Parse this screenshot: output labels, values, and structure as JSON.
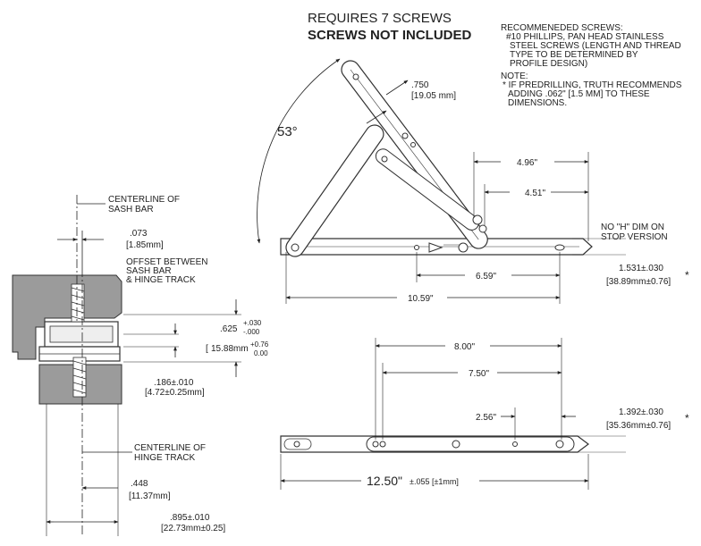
{
  "header": {
    "line1": "REQUIRES 7 SCREWS",
    "line2": "SCREWS NOT INCLUDED"
  },
  "notes": {
    "recommended": [
      "RECOMMENEDED SCREWS:",
      "#10 PHILLIPS, PAN HEAD STAINLESS",
      "STEEL SCREWS (LENGTH AND THREAD",
      "TYPE TO BE DETERMINED BY",
      "PROFILE DESIGN)"
    ],
    "note": [
      "NOTE:",
      "* IF PREDRILLING, TRUTH RECOMMENDS",
      "ADDING .062\" [1.5 MM] TO THESE",
      "DIMENSIONS."
    ]
  },
  "section": {
    "centerline_sash": [
      "CENTERLINE OF",
      "SASH BAR"
    ],
    "offset_in": ".073",
    "offset_mm": "[1.85mm]",
    "offset_label": [
      "OFFSET BETWEEN",
      "SASH BAR",
      "& HINGE TRACK"
    ],
    "h1_in": ".625",
    "h1_tol_plus": "+.030",
    "h1_tol_minus": "-.000",
    "h1_mm": "15.88mm",
    "h1_mm_tol_plus": "+0.76",
    "h1_mm_tol_minus": "0.00",
    "h2_in": ".186±.010",
    "h2_mm": "[4.72±0.25mm]",
    "centerline_track": [
      "CENTERLINE OF",
      "HINGE TRACK"
    ],
    "w1_in": ".448",
    "w1_mm": "[11.37mm]",
    "w2_in": ".895±.010",
    "w2_mm": "[22.73mm±0.25]"
  },
  "open_view": {
    "angle": "53°",
    "bar_width_in": ".750",
    "bar_width_mm": "[19.05 mm]",
    "d1": "4.96\"",
    "d2": "4.51\"",
    "no_h": [
      "NO \"H\" DIM ON",
      "STOP VERSION"
    ],
    "d3": "6.59\"",
    "d4": "10.59\"",
    "track_h_in": "1.531±.030",
    "track_h_mm": "[38.89mm±0.76]",
    "asterisk": "*"
  },
  "closed_view": {
    "d1": "8.00\"",
    "d2": "7.50\"",
    "d3": "2.56\"",
    "track_h_in": "1.392±.030",
    "track_h_mm": "[35.36mm±0.76]",
    "asterisk": "*",
    "overall": "12.50\"",
    "overall_tol": "±.055 [±1mm]"
  }
}
